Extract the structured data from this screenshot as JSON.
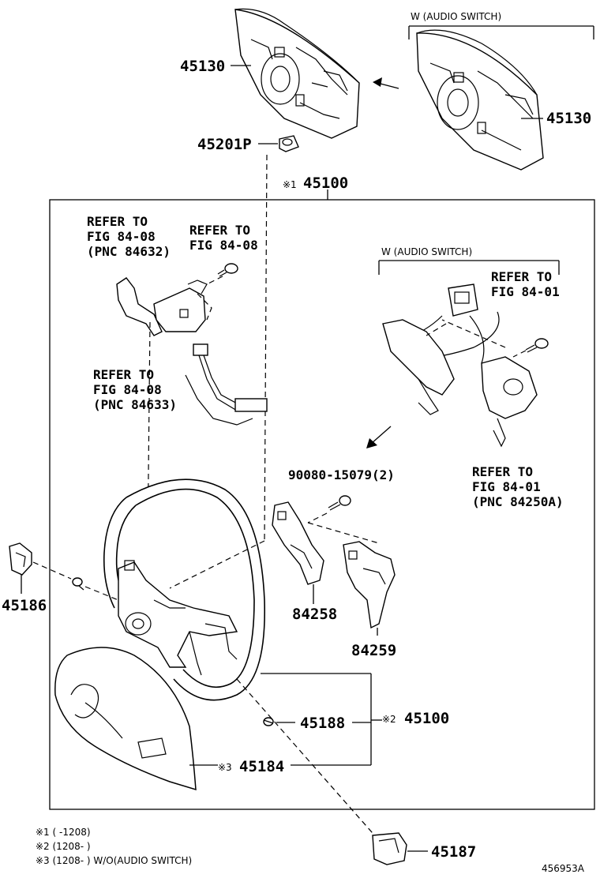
{
  "labels": {
    "p45130_left": "45130",
    "p45130_right": "45130",
    "audio_switch_top": "W (AUDIO SWITCH)",
    "p45201p": "45201P",
    "p45100_top_mark": "※1",
    "p45100_top": "45100",
    "ref1_l1": "REFER TO",
    "ref1_l2": "FIG 84-08",
    "ref1_l3": "(PNC 84632)",
    "ref2_l1": "REFER TO",
    "ref2_l2": "FIG 84-08",
    "audio_switch_mid": "W (AUDIO SWITCH)",
    "ref3_l1": "REFER TO",
    "ref3_l2": "FIG 84-01",
    "ref4_l1": "REFER TO",
    "ref4_l2": "FIG 84-08",
    "ref4_l3": "(PNC 84633)",
    "bolt": "90080-15079(2)",
    "ref5_l1": "REFER TO",
    "ref5_l2": "FIG 84-01",
    "ref5_l3": "(PNC 84250A)",
    "p45186": "45186",
    "p84258": "84258",
    "p84259": "84259",
    "p45188": "45188",
    "p45100_right_mark": "※2",
    "p45100_right": "45100",
    "p45184_mark": "※3",
    "p45184": "45184",
    "p45187": "45187",
    "foot1": "※1 (        -1208)",
    "foot2": "※2 (1208-        )",
    "foot3": "※3 (1208-        ) W/O(AUDIO SWITCH)",
    "fig_id": "456953A"
  }
}
